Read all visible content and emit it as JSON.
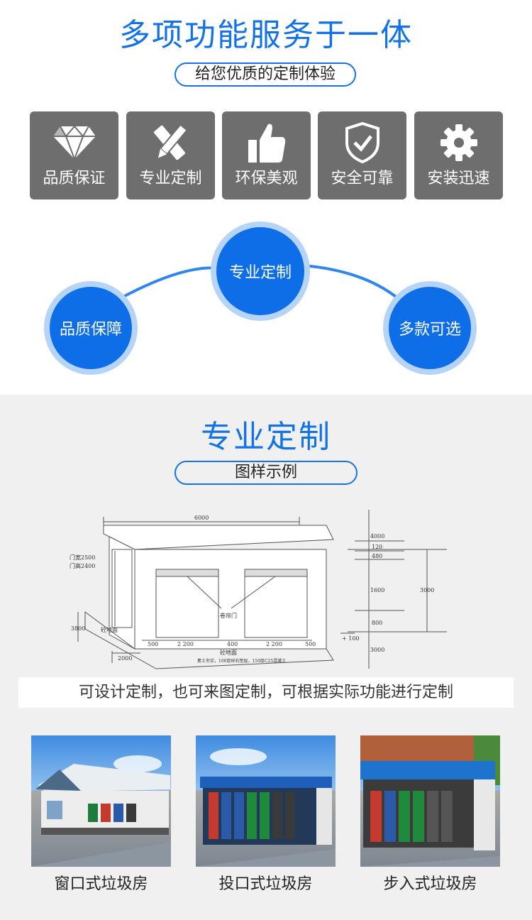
{
  "section1": {
    "title": "多项功能服务于一体",
    "subtitle": "给您优质的定制体验",
    "features": [
      {
        "icon": "diamond-icon",
        "label": "品质保证"
      },
      {
        "icon": "pencil-ruler-icon",
        "label": "专业定制"
      },
      {
        "icon": "thumbs-up-icon",
        "label": "环保美观"
      },
      {
        "icon": "shield-check-icon",
        "label": "安全可靠"
      },
      {
        "icon": "gear-icon",
        "label": "安装迅速"
      }
    ],
    "circles": {
      "left": "品质保障",
      "middle": "专业定制",
      "right": "多款可选"
    }
  },
  "section2": {
    "title": "专业定制",
    "subtitle": "图样示例",
    "drawing": {
      "width_label": "6000",
      "door_width": "门宽2500",
      "door_height": "门高2400",
      "roller_label": "卷帘门",
      "ground_left": "砼地面",
      "ground_center": "砼地面",
      "ground_note": "素土夯实，100厚碎石垫层，150厚C25混凝土",
      "dim_500a": "500",
      "dim_2200a": "2 200",
      "dim_400": "400",
      "dim_2200b": "2 200",
      "dim_500b": "500",
      "dim_3800": "3800",
      "dim_2000": "2000",
      "right_4000": "4000",
      "right_120": "120",
      "right_480": "480",
      "right_1600": "1600",
      "right_800": "800",
      "right_100": "+ 100",
      "right_3000a": "3000",
      "right_3000b": "3000"
    },
    "note": "可设计定制，也可来图定制，可根据实际功能进行定制",
    "products": [
      {
        "caption": "窗口式垃圾房"
      },
      {
        "caption": "投口式垃圾房"
      },
      {
        "caption": "步入式垃圾房"
      }
    ]
  },
  "colors": {
    "accent": "#1373e6",
    "tile": "#6e6e6e",
    "circle": "#0d6ee8",
    "bg2": "#f0f0f0"
  }
}
